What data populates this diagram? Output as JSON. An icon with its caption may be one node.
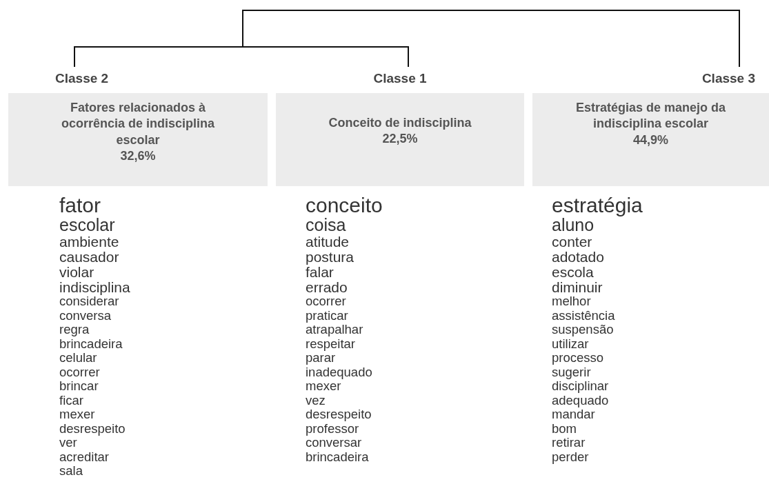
{
  "diagram": {
    "nodes": [
      {
        "text": [
          "Classe 2",
          "Fatores relacionados à ocorrência de indisciplina escolar",
          "32,6%"
        ],
        "beside": [
          "fator",
          "escolar",
          "ambiente",
          "causador",
          "violar",
          "indisciplina",
          "considerar",
          "conversa",
          "regra",
          "brincadeira",
          "celular",
          "ocorrer",
          "brincar",
          "ficar",
          "mexer",
          "desrespeito",
          "ver",
          "acreditar",
          "sala"
        ]
      },
      {
        "text": [
          "Classe 1",
          "Conceito de indisciplina",
          "22,5%"
        ],
        "beside": [
          "conceito",
          "coisa",
          "atitude",
          "postura",
          "falar",
          "errado",
          "ocorrer",
          "praticar",
          "atrapalhar",
          "respeitar",
          "parar",
          "inadequado",
          "mexer",
          "vez",
          "desrespeito",
          "professor",
          "conversar",
          "brincadeira"
        ]
      },
      {
        "text": [
          "Classe 3",
          "Estratégias de manejo da indisciplina escolar",
          "44,9%"
        ],
        "beside": [
          "estratégia",
          "aluno",
          "conter",
          "adotado",
          "escola",
          "diminuir",
          "melhor",
          "assistência",
          "suspensão",
          "utilizar",
          "processo",
          "sugerir",
          "disciplinar",
          "adequado",
          "mandar",
          "bom",
          "retirar",
          "perder"
        ]
      }
    ],
    "edges": [
      {
        "from": 0,
        "to": 1,
        "arrow": "none"
      },
      {
        "from": null,
        "to": 2,
        "arrow": "none"
      }
    ]
  }
}
